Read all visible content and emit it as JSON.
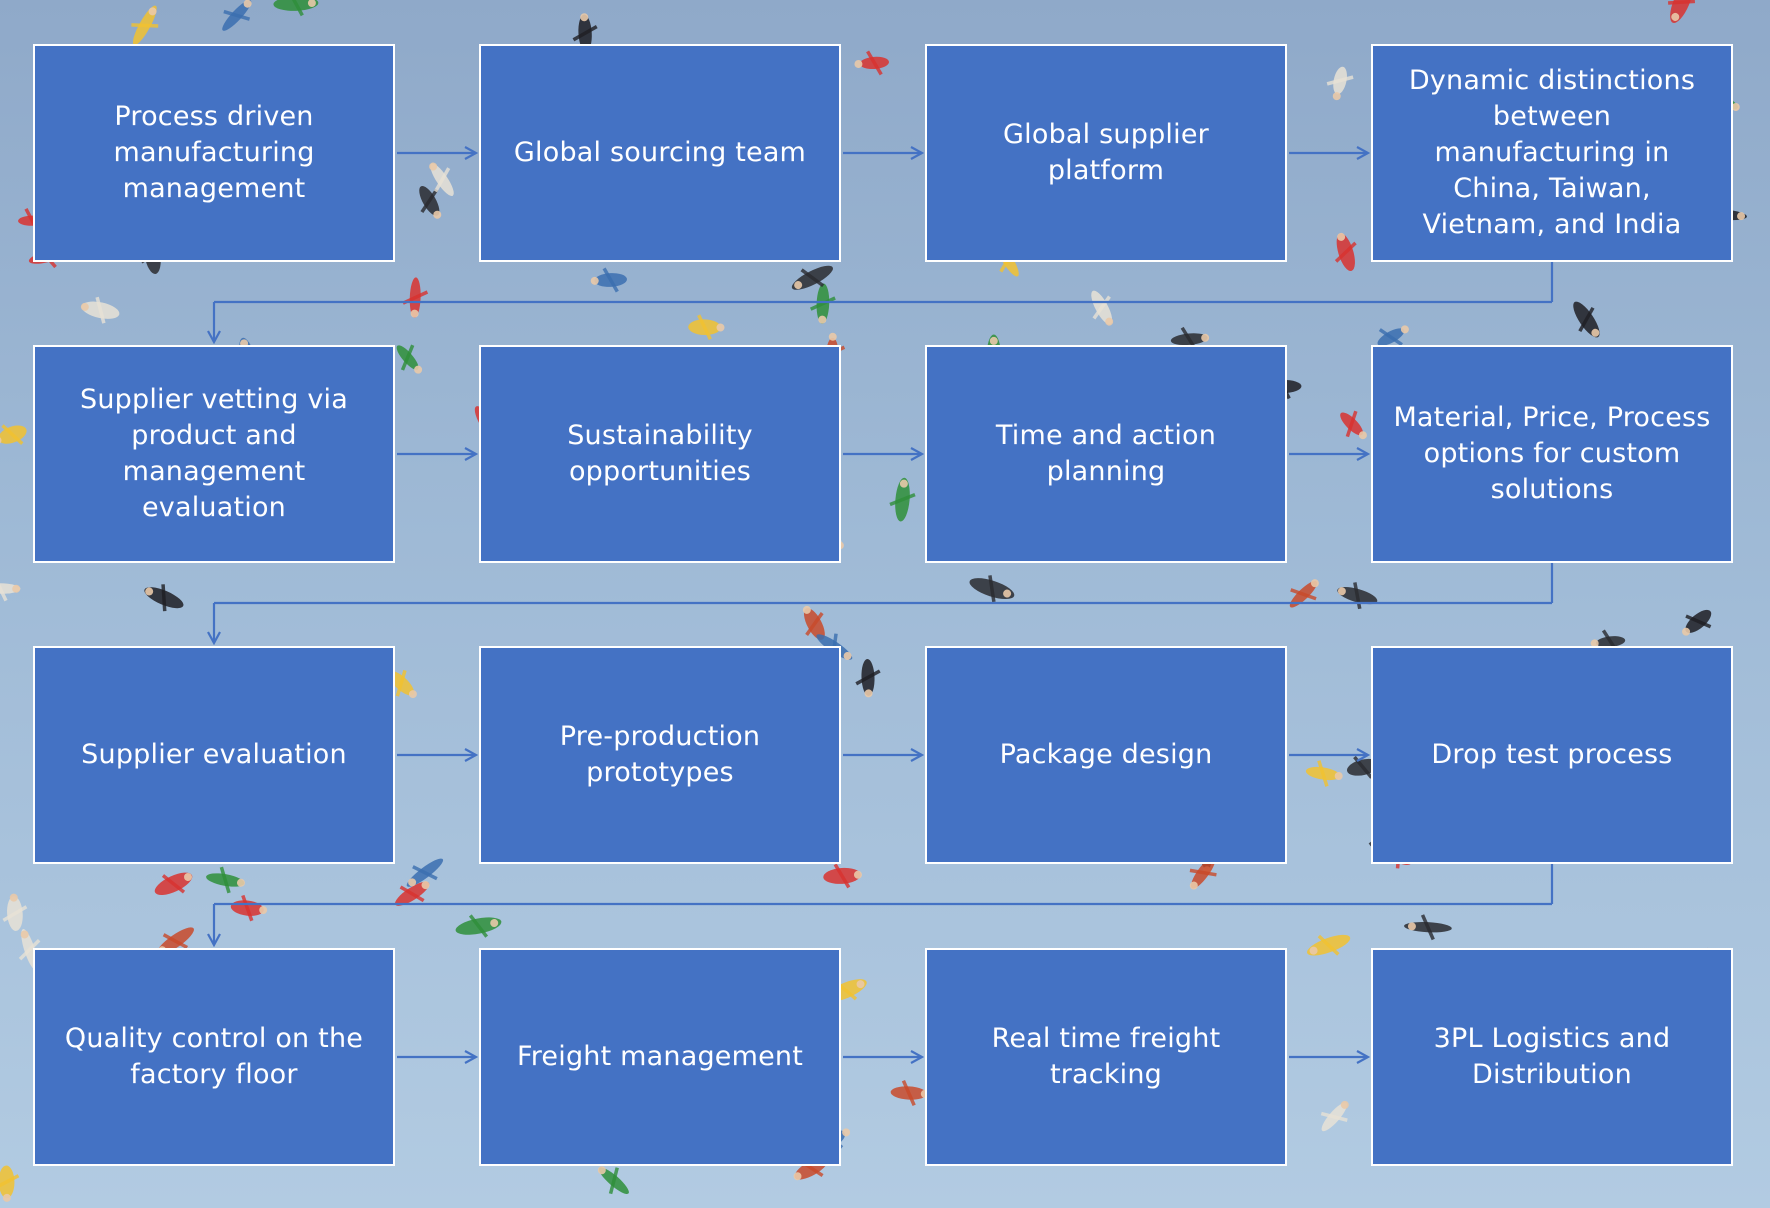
{
  "colors": {
    "box_fill": "#4472c4",
    "box_border": "#ffffff",
    "arrow": "#4472c4",
    "text": "#ffffff",
    "sky_top": "#8fa9c9",
    "sky_bottom": "#b2cbe2"
  },
  "flow": {
    "rows": [
      {
        "nodes": [
          {
            "label": "Process driven manufacturing management"
          },
          {
            "label": "Global sourcing team"
          },
          {
            "label": "Global supplier platform"
          },
          {
            "label": "Dynamic distinctions between manufacturing in China, Taiwan, Vietnam, and India"
          }
        ]
      },
      {
        "nodes": [
          {
            "label": "Supplier vetting via product and management evaluation"
          },
          {
            "label": "Sustainability opportunities"
          },
          {
            "label": "Time and action planning"
          },
          {
            "label": "Material, Price, Process options for custom solutions"
          }
        ]
      },
      {
        "nodes": [
          {
            "label": "Supplier evaluation"
          },
          {
            "label": "Pre-production prototypes"
          },
          {
            "label": "Package design"
          },
          {
            "label": "Drop test process"
          }
        ]
      },
      {
        "nodes": [
          {
            "label": "Quality control on the factory floor"
          },
          {
            "label": "Freight management"
          },
          {
            "label": "Real time freight tracking"
          },
          {
            "label": "3PL Logistics and Distribution"
          }
        ]
      }
    ]
  }
}
